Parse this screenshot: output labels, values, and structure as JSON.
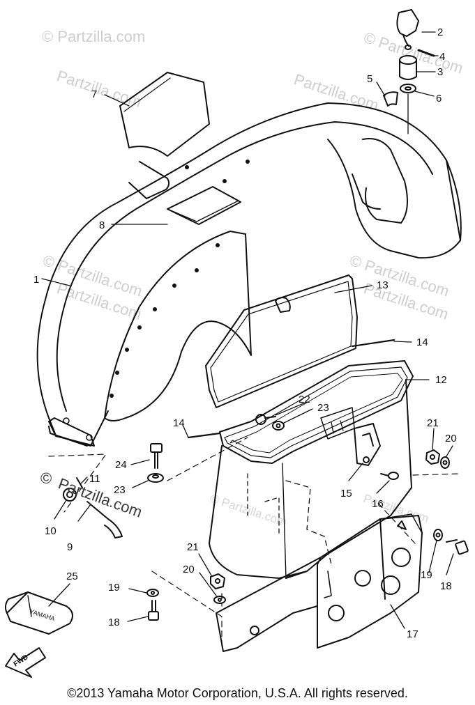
{
  "diagram": {
    "callouts": [
      "1",
      "2",
      "3",
      "4",
      "5",
      "6",
      "7",
      "8",
      "9",
      "10",
      "11",
      "12",
      "13",
      "14",
      "14",
      "15",
      "16",
      "17",
      "18",
      "18",
      "19",
      "19",
      "20",
      "20",
      "21",
      "21",
      "22",
      "23",
      "23",
      "24",
      "25"
    ],
    "fwd_label": "FWD",
    "bag_text": "YAMAHA"
  },
  "watermarks": {
    "text": "© Partzilla.com",
    "short": "Partzilla.com",
    "dark": "Partzilla.com"
  },
  "footer": {
    "copyright": "©2013  Yamaha Motor Corporation, U.S.A. All rights reserved."
  }
}
